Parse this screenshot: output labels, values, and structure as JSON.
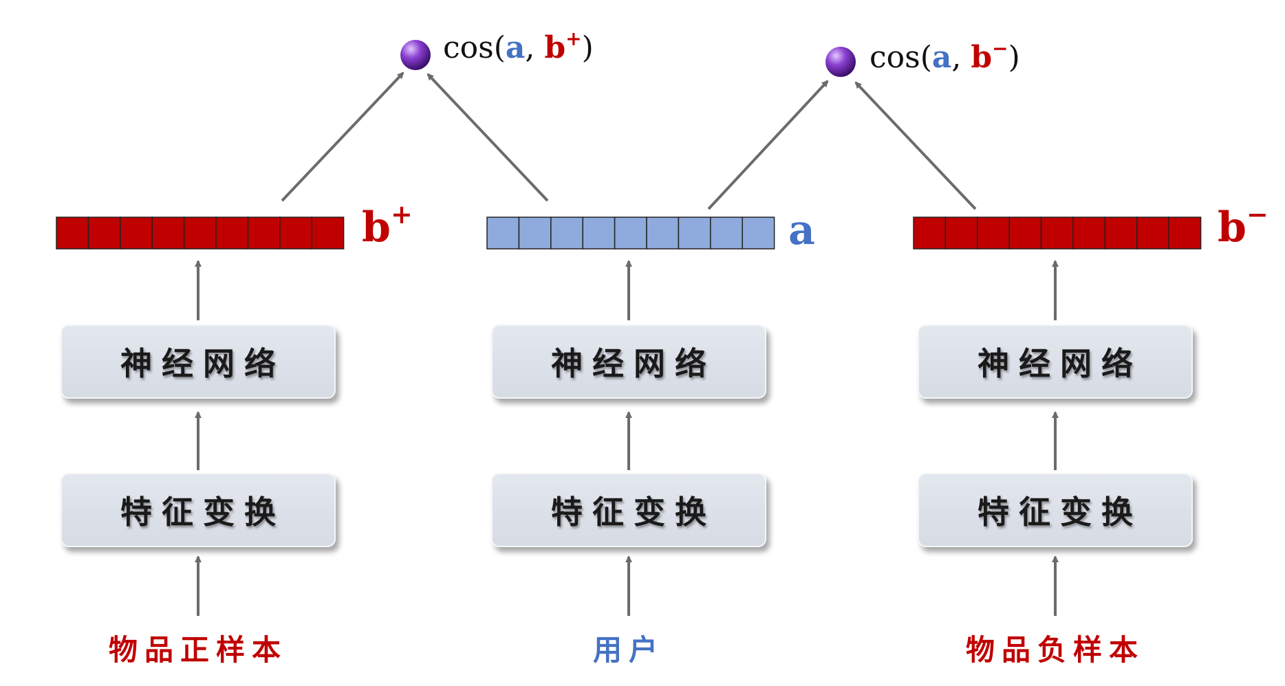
{
  "colors": {
    "item_vector": "#c00000",
    "user_vector": "#8faadc",
    "item_label": "#c00000",
    "user_label": "#4472c4",
    "arrow": "#6b6b6b",
    "node": "#7030a0"
  },
  "columns": [
    {
      "id": "positive",
      "input_label": "物品正样本",
      "transform_label": "特征变换",
      "network_label": "神经网络",
      "vector_name": "b",
      "vector_sup": "+",
      "vector_color": "item_vector",
      "label_color": "item_label",
      "cells": 9
    },
    {
      "id": "user",
      "input_label": "用户",
      "transform_label": "特征变换",
      "network_label": "神经网络",
      "vector_name": "a",
      "vector_sup": "",
      "vector_color": "user_vector",
      "label_color": "user_label",
      "cells": 9
    },
    {
      "id": "negative",
      "input_label": "物品负样本",
      "transform_label": "特征变换",
      "network_label": "神经网络",
      "vector_name": "b",
      "vector_sup": "−",
      "vector_color": "item_vector",
      "label_color": "item_label",
      "cells": 9
    }
  ],
  "similarities": [
    {
      "fn": "cos",
      "a": "a",
      "b": "b",
      "b_sup": "+"
    },
    {
      "fn": "cos",
      "a": "a",
      "b": "b",
      "b_sup": "−"
    }
  ]
}
